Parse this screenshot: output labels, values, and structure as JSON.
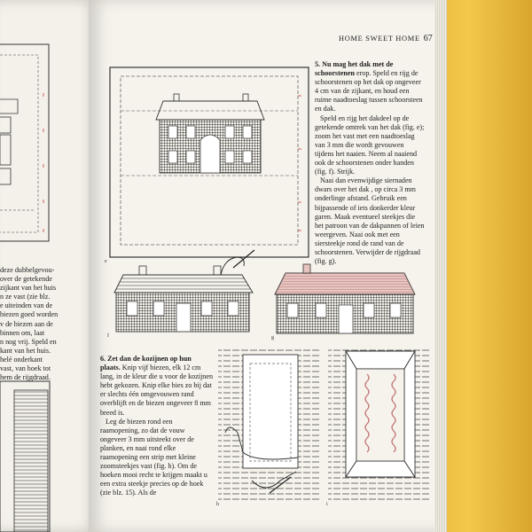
{
  "header": {
    "title": "HOME SWEET HOME",
    "page_number": "67"
  },
  "step5": {
    "heading": "5. Nu mag het dak met de schoorstenen",
    "lines": [
      "erop. Speld en rijg de schoorstenen op het dak op ongeveer 4 cm van de zijkant, en houd een ruime naadtoeslag tussen schoorsteen en dak.",
      "Speld en rijg het dakdeel op de getekende omtrek van het dak (fig. e); zoom het vast met een naadtoeslag van 3 mm die wordt gevouwen tijdens het naaien. Neem al naaiend ook de schoorstenen onder handen (fig. f). Strijk.",
      "Naai dan evenwijdige siernaden dwars over het dak , op circa 3 mm onderlinge afstand. Gebruik een bijpassende of iets donkerder kleur garen. Maak eventueel steekjes die het patroon van de dakpannen of leien weergeven. Naai ook met een siersteekje rond de rand van de schoorstenen. Verwijder de rijgdraad (fig. g)."
    ]
  },
  "step6": {
    "heading": "6. Zet dan de kozijnen op hun plaats.",
    "lines": [
      "Knip vijf biezen, elk 12 cm lang, in de kleur die u voor de kozijnen hebt gekozen. Knip elke bies zo bij dat er slechts één omgevouwen rand overblijft en de biezen ongeveer 8 mm breed is.",
      "Leg de biezen rond een raamopening, zo dat de vouw ongeveer 3 mm uitsteekt over de planken, en naai rond elke raamopening een strip met kleine zoomsteekjes vast (fig. h). Om de hoeken mooi recht te krijgen maakt u een extra steekje precies op de hoek (zie blz. 15). Als de"
    ]
  },
  "leftcol": {
    "lines": [
      "deze dubbelgevou-",
      "over de getekende",
      "zijkant van het huis",
      "n ze vast (zie blz.",
      "e uiteinden van de",
      "biezen goed worden",
      "v de biezen aan de",
      "binnen om, laat",
      "n nog vrij. Speld en",
      "kant van het huis.",
      "helé onderkant",
      "vast, van hoek tot",
      "hem de rijgdraad."
    ]
  },
  "figures": {
    "e": "e",
    "f": "f",
    "g": "g",
    "h": "h",
    "i": "i"
  },
  "colors": {
    "binder": "#f2c84b",
    "roof_pink": "#e7c4bf",
    "paper": "#f6f3ec",
    "ink": "#2a2a2a"
  }
}
